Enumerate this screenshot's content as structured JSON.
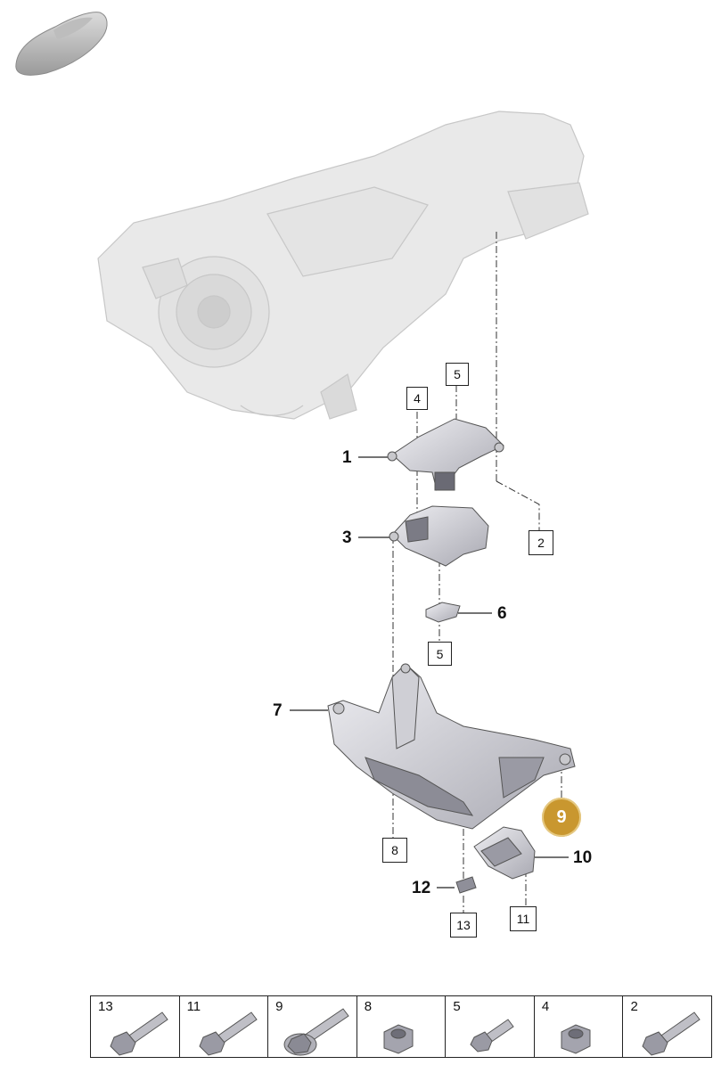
{
  "callouts": {
    "c1": "1",
    "c3": "3",
    "c6": "6",
    "c7": "7",
    "c10": "10",
    "c12": "12",
    "b4": "4",
    "b5a": "5",
    "b2": "2",
    "b5b": "5",
    "b8": "8",
    "b13": "13",
    "b11": "11",
    "h9": "9"
  },
  "colors": {
    "highlight": "#c9972f",
    "part": "#d6d6dc",
    "ghost": "#e6e6e6"
  },
  "parts_table": [
    {
      "num": "13",
      "icon": "long-bolt-icon"
    },
    {
      "num": "11",
      "icon": "long-bolt-icon"
    },
    {
      "num": "9",
      "icon": "flanged-bolt-icon"
    },
    {
      "num": "8",
      "icon": "hex-nut-icon"
    },
    {
      "num": "5",
      "icon": "short-bolt-icon"
    },
    {
      "num": "4",
      "icon": "hex-nut-icon"
    },
    {
      "num": "2",
      "icon": "long-bolt-icon"
    }
  ]
}
